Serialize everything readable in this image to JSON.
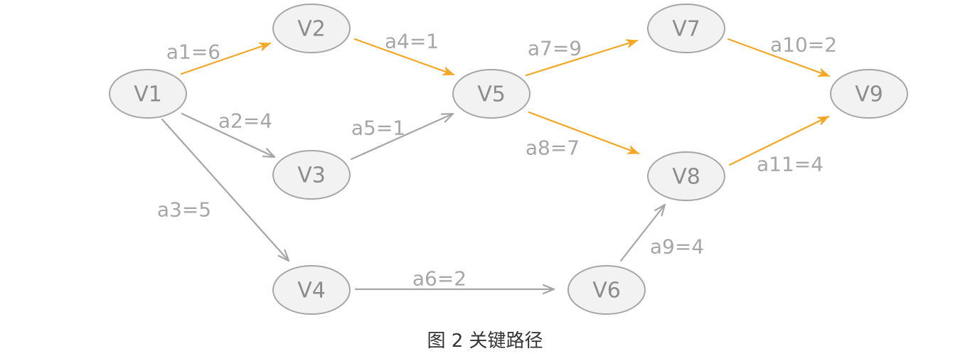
{
  "diagram": {
    "colors": {
      "critical": "#f5a623",
      "normal": "#a6a6a6",
      "node_fill": "#f2f2f2",
      "node_stroke": "#a6a6a6",
      "node_text": "#8c8c8c",
      "edge_text": "#a6a6a6"
    },
    "nodes": [
      {
        "id": "V1",
        "label": "V1"
      },
      {
        "id": "V2",
        "label": "V2"
      },
      {
        "id": "V3",
        "label": "V3"
      },
      {
        "id": "V4",
        "label": "V4"
      },
      {
        "id": "V5",
        "label": "V5"
      },
      {
        "id": "V6",
        "label": "V6"
      },
      {
        "id": "V7",
        "label": "V7"
      },
      {
        "id": "V8",
        "label": "V8"
      },
      {
        "id": "V9",
        "label": "V9"
      }
    ],
    "edges": [
      {
        "label": "a1=6",
        "from": "V1",
        "to": "V2",
        "critical": true
      },
      {
        "label": "a2=4",
        "from": "V1",
        "to": "V3",
        "critical": false
      },
      {
        "label": "a3=5",
        "from": "V1",
        "to": "V4",
        "critical": false
      },
      {
        "label": "a4=1",
        "from": "V2",
        "to": "V5",
        "critical": true
      },
      {
        "label": "a5=1",
        "from": "V3",
        "to": "V5",
        "critical": false
      },
      {
        "label": "a6=2",
        "from": "V4",
        "to": "V6",
        "critical": false
      },
      {
        "label": "a7=9",
        "from": "V5",
        "to": "V7",
        "critical": true
      },
      {
        "label": "a8=7",
        "from": "V5",
        "to": "V8",
        "critical": true
      },
      {
        "label": "a9=4",
        "from": "V6",
        "to": "V8",
        "critical": false
      },
      {
        "label": "a10=2",
        "from": "V7",
        "to": "V9",
        "critical": true
      },
      {
        "label": "a11=4",
        "from": "V8",
        "to": "V9",
        "critical": true
      }
    ]
  },
  "caption": "图 2 关键路径"
}
